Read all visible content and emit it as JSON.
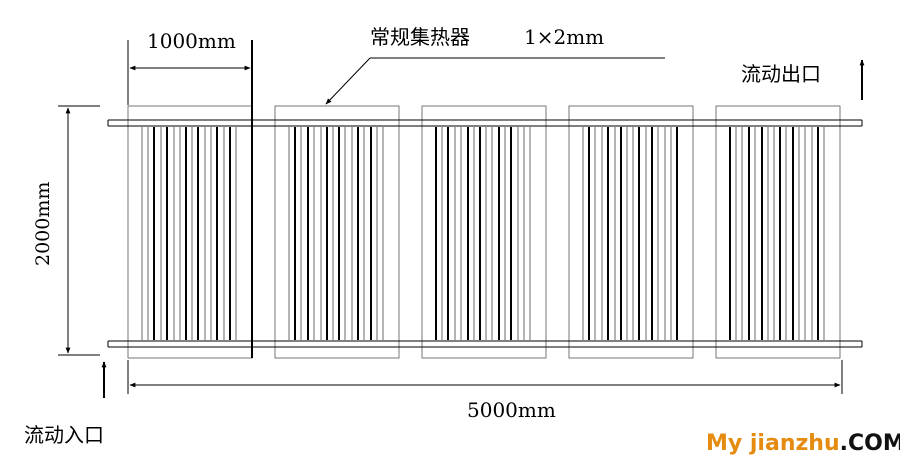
{
  "diagram": {
    "width_label": "1000mm",
    "collector_label": "常规集热器",
    "size_label": "1×2mm",
    "outlet_label": "流动出口",
    "height_label": "2000mm",
    "total_width_label": "5000mm",
    "inlet_label": "流动入口",
    "collector_count": 5
  },
  "watermark": {
    "part1": "My jianzhu",
    "part2": ".COM",
    "color_primary": "#e58b10",
    "color_secondary": "#111111"
  }
}
